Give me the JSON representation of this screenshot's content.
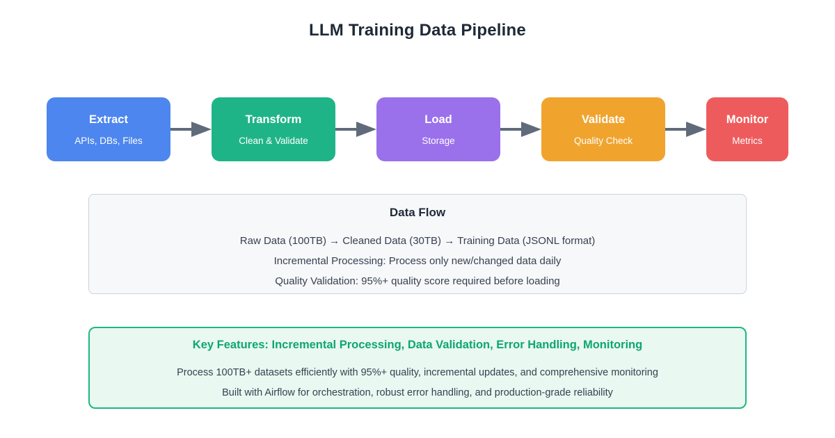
{
  "title": "LLM Training Data Pipeline",
  "colors": {
    "title_text": "#1f2937",
    "body_text": "#374151",
    "arrow": "#5f6b7a",
    "dataflow_border": "#ccd2db",
    "dataflow_bg": "#f7f8fa",
    "features_border": "#1eb77e",
    "features_bg": "#e9f8f0",
    "features_title_text": "#0ea671"
  },
  "pipeline": {
    "stages": [
      {
        "title": "Extract",
        "subtitle": "APIs, DBs, Files",
        "color": "#4d86ee"
      },
      {
        "title": "Transform",
        "subtitle": "Clean & Validate",
        "color": "#1fb487"
      },
      {
        "title": "Load",
        "subtitle": "Storage",
        "color": "#9b70eb"
      },
      {
        "title": "Validate",
        "subtitle": "Quality Check",
        "color": "#f0a42e"
      },
      {
        "title": "Monitor",
        "subtitle": "Metrics",
        "color": "#ee5b5c"
      }
    ]
  },
  "data_flow": {
    "title": "Data Flow",
    "lines": [
      "Raw Data (100TB) → Cleaned Data (30TB) → Training Data (JSONL format)",
      "Incremental Processing: Process only new/changed data daily",
      "Quality Validation: 95%+ quality score required before loading"
    ]
  },
  "key_features": {
    "title": "Key Features: Incremental Processing, Data Validation, Error Handling, Monitoring",
    "lines": [
      "Process 100TB+ datasets efficiently with 95%+ quality, incremental updates, and comprehensive monitoring",
      "Built with Airflow for orchestration, robust error handling, and production-grade reliability"
    ]
  }
}
